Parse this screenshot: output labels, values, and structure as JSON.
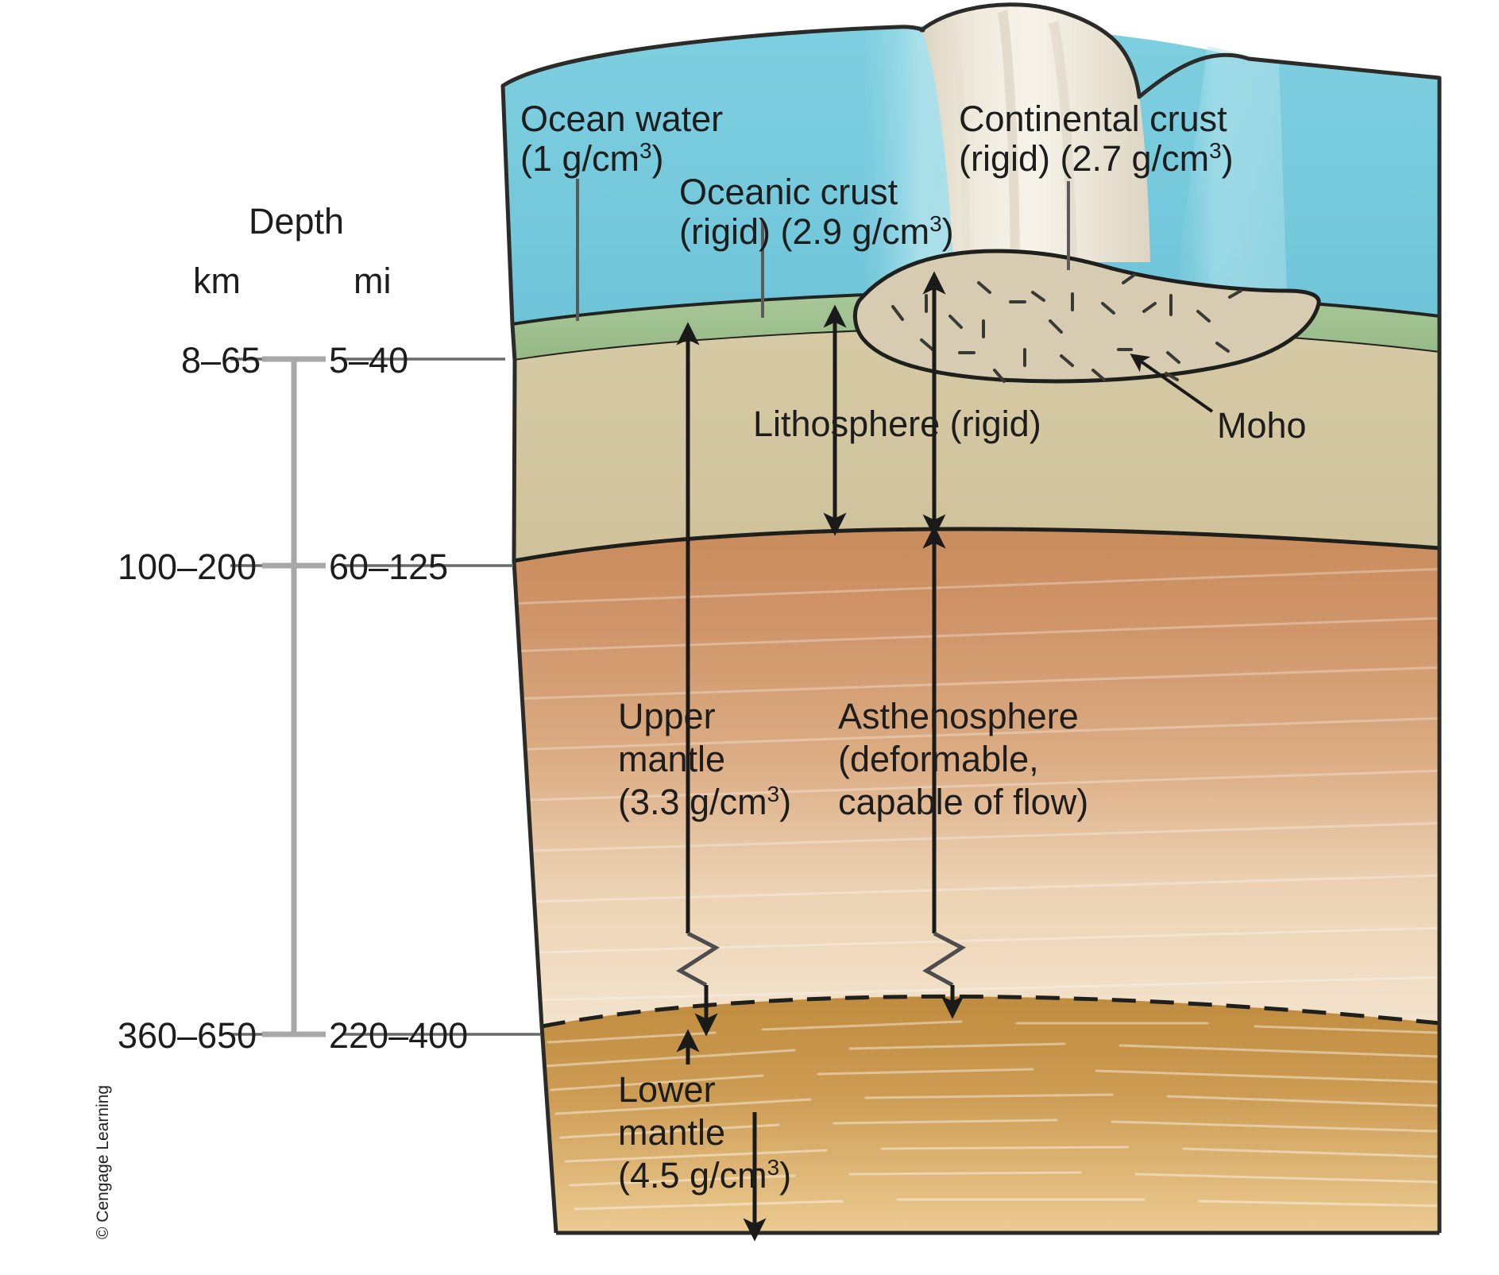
{
  "figure": {
    "title": "Cross section of Earth's outer layers",
    "credit": "© Cengage Learning"
  },
  "depth_axis": {
    "heading": "Depth",
    "unit_left": "km",
    "unit_right": "mi",
    "ticks": [
      {
        "km": "8–65",
        "mi": "5–40"
      },
      {
        "km": "100–200",
        "mi": "60–125"
      },
      {
        "km": "360–650",
        "mi": "220–400"
      }
    ]
  },
  "layers": [
    {
      "id": "ocean-water",
      "name": "Ocean water",
      "detail": "(1 g/cm",
      "exp": "3",
      "detail_end": ")",
      "color": "#79ccde"
    },
    {
      "id": "oceanic-crust",
      "name": "Oceanic crust",
      "detail": "(rigid) (2.9 g/cm",
      "exp": "3",
      "detail_end": ")",
      "color": "#a3c192"
    },
    {
      "id": "continental-crust",
      "name": "Continental crust",
      "detail": "(rigid) (2.7 g/cm",
      "exp": "3",
      "detail_end": ")",
      "color": "#d6cbb0"
    },
    {
      "id": "lithosphere",
      "name": "Lithosphere (rigid)",
      "detail": "",
      "color": "#d2c6a1"
    },
    {
      "id": "moho",
      "name": "Moho",
      "detail": "",
      "color": "#000000"
    },
    {
      "id": "upper-mantle",
      "name_line1": "Upper",
      "name_line2": "mantle",
      "detail": "(3.3 g/cm",
      "exp": "3",
      "detail_end": ")",
      "color": "#cf9468"
    },
    {
      "id": "asthenosphere",
      "name": "Asthenosphere",
      "detail_line1": "(deformable,",
      "detail_line2": "capable of flow)",
      "color": "#cf9468"
    },
    {
      "id": "lower-mantle",
      "name_line1": "Lower",
      "name_line2": "mantle",
      "detail": "(4.5 g/cm",
      "exp": "3",
      "detail_end": ")",
      "color": "#c8954a"
    }
  ],
  "labels": {
    "ocean_water_l1": "Ocean water",
    "ocean_water_l2a": "(1 g/cm",
    "ocean_water_l2b": ")",
    "oceanic_crust_l1": "Oceanic crust",
    "oceanic_crust_l2a": "(rigid) (2.9 g/cm",
    "oceanic_crust_l2b": ")",
    "continental_crust_l1": "Continental crust",
    "continental_crust_l2a": "(rigid) (2.7 g/cm",
    "continental_crust_l2b": ")",
    "lithosphere": "Lithosphere (rigid)",
    "moho": "Moho",
    "upper_mantle_l1": "Upper",
    "upper_mantle_l2": "mantle",
    "upper_mantle_l3a": "(3.3 g/cm",
    "upper_mantle_l3b": ")",
    "asthenosphere_l1": "Asthenosphere",
    "asthenosphere_l2": "(deformable,",
    "asthenosphere_l3": "capable of flow)",
    "lower_mantle_l1": "Lower",
    "lower_mantle_l2": "mantle",
    "lower_mantle_l3a": "(4.5 g/cm",
    "lower_mantle_l3b": ")",
    "superscript3": "3"
  },
  "colors": {
    "ocean": "#79ccde",
    "ocean_shallow": "#a9dfe8",
    "green_crust": "#a3c192",
    "lithosphere_tan": "#d2c6a1",
    "upper_mantle": "#cf9468",
    "upper_mantle_light": "#f0dcc2",
    "lower_mantle": "#c8954a",
    "lower_mantle_light": "#ecc88d",
    "continental_rock": "#d6cbb0",
    "mountain": "#e7e0d0",
    "outline": "#1a1a1a",
    "scale_gray": "#a8a8a8",
    "text": "#1d1d1d"
  }
}
